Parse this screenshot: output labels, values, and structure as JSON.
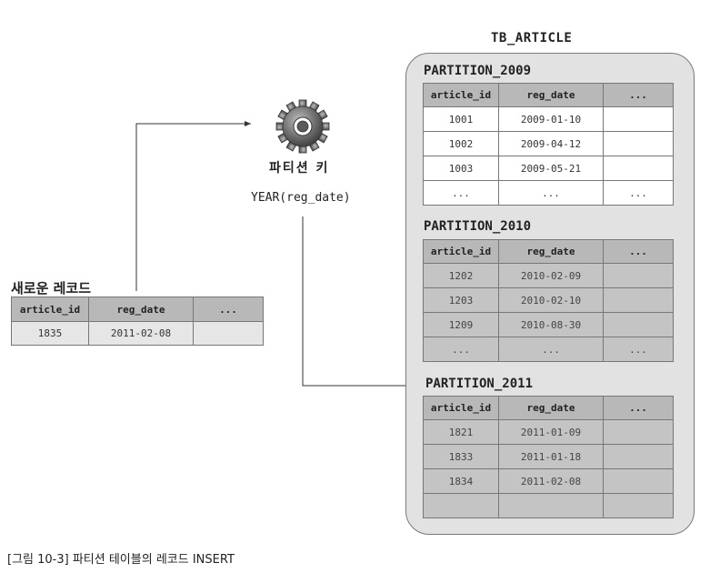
{
  "tb_title": "TB_ARTICLE",
  "partitions": [
    {
      "title": "PARTITION_2009",
      "headers": [
        "article_id",
        "reg_date",
        "..."
      ],
      "rows": [
        [
          "1001",
          "2009-01-10",
          ""
        ],
        [
          "1002",
          "2009-04-12",
          ""
        ],
        [
          "1003",
          "2009-05-21",
          ""
        ],
        [
          "...",
          "...",
          "..."
        ]
      ]
    },
    {
      "title": "PARTITION_2010",
      "headers": [
        "article_id",
        "reg_date",
        "..."
      ],
      "rows": [
        [
          "1202",
          "2010-02-09",
          ""
        ],
        [
          "1203",
          "2010-02-10",
          ""
        ],
        [
          "1209",
          "2010-08-30",
          ""
        ],
        [
          "...",
          "...",
          "..."
        ]
      ]
    },
    {
      "title": "PARTITION_2011",
      "headers": [
        "article_id",
        "reg_date",
        "..."
      ],
      "rows": [
        [
          "1821",
          "2011-01-09",
          ""
        ],
        [
          "1833",
          "2011-01-18",
          ""
        ],
        [
          "1834",
          "2011-02-08",
          ""
        ],
        [
          "",
          "",
          ""
        ]
      ]
    }
  ],
  "new_record": {
    "label": "새로운 레코드",
    "headers": [
      "article_id",
      "reg_date",
      "..."
    ],
    "row": [
      "1835",
      "2011-02-08",
      ""
    ]
  },
  "partition_key": {
    "label": "파티션 키",
    "expression": "YEAR(reg_date)",
    "icon": "gear-icon"
  },
  "caption": "[그림 10-3] 파티션 테이블의 레코드 INSERT"
}
